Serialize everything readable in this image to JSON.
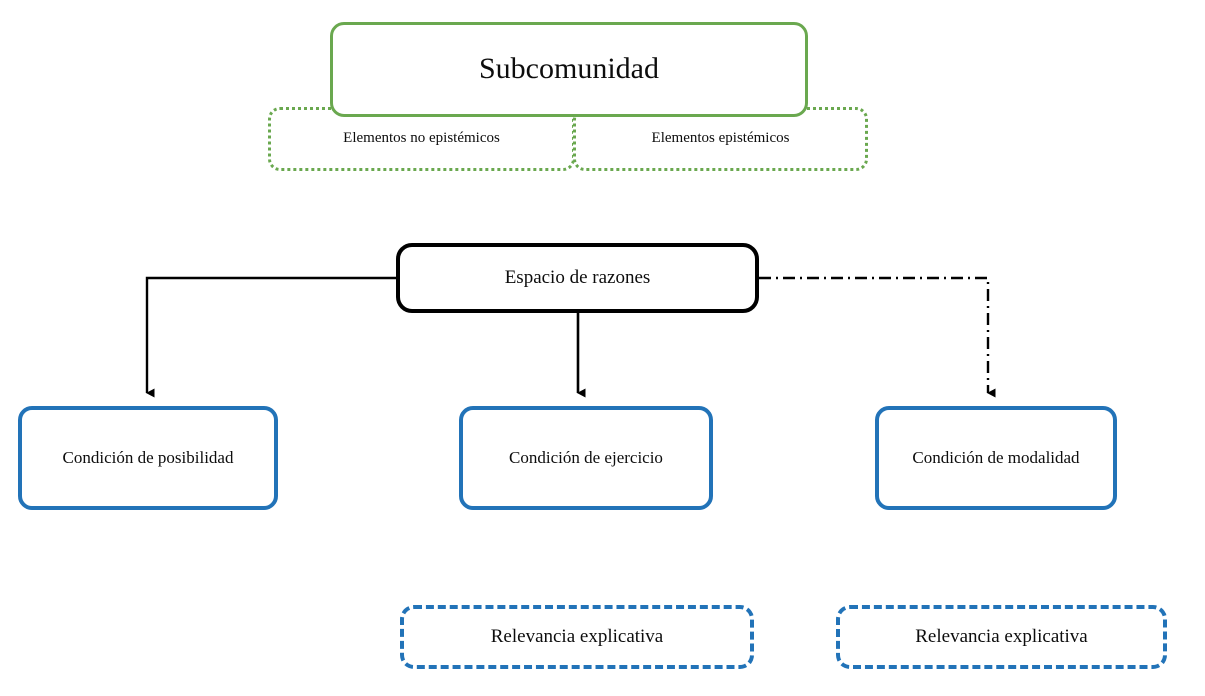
{
  "diagram": {
    "title_node": {
      "label": "Subcomunidad",
      "border_color": "#6aa84f",
      "style": "solid"
    },
    "subcommunity_elements": [
      {
        "label": "Elementos no epistémicos",
        "border_color": "#6aa84f",
        "style": "dotted"
      },
      {
        "label": "Elementos epistémicos",
        "border_color": "#6aa84f",
        "style": "dotted"
      }
    ],
    "central_node": {
      "label": "Espacio de razones",
      "border_color": "#000000",
      "style": "solid"
    },
    "conditions": [
      {
        "label": "Condición de posibilidad",
        "border_color": "#2273b8",
        "style": "solid",
        "connector": "solid-elbow-left"
      },
      {
        "label": "Condición de ejercicio",
        "border_color": "#2273b8",
        "style": "solid",
        "connector": "solid-vertical"
      },
      {
        "label": "Condición de modalidad",
        "border_color": "#2273b8",
        "style": "solid",
        "connector": "dash-dot-elbow-right"
      }
    ],
    "relevance_nodes": [
      {
        "label": "Relevancia explicativa",
        "border_color": "#2273b8",
        "style": "dashed"
      },
      {
        "label": "Relevancia explicativa",
        "border_color": "#2273b8",
        "style": "dashed"
      }
    ]
  }
}
